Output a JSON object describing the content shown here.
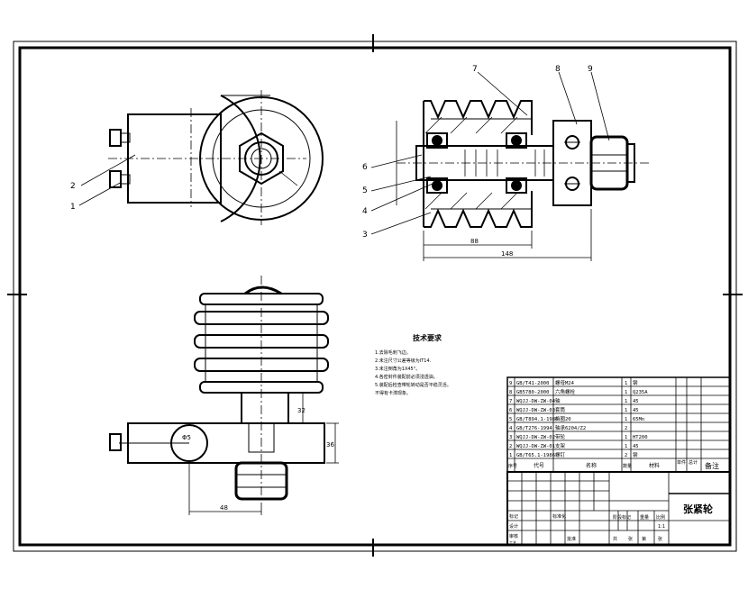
{
  "title_block": {
    "part_name": "张紧轮",
    "remarks_header": "备注",
    "code_header": "代号",
    "name_header": "名称",
    "qty_header": "数量",
    "material_header": "材料",
    "unit_weight_header": "单件",
    "total_weight_header": "总计",
    "seq_header": "序号",
    "sign_row": [
      "阶段标记",
      "重量",
      "比例"
    ],
    "scale": "1:1",
    "sheet_row": [
      "共",
      "张",
      "第",
      "张"
    ],
    "left_labels": [
      "标记",
      "设计",
      "审核",
      "工艺"
    ],
    "mid_labels": [
      "标准化",
      "批准"
    ]
  },
  "bom": [
    {
      "no": "9",
      "code": "GB/T41-2000",
      "name": "螺母M24",
      "qty": "1",
      "material": "钢"
    },
    {
      "no": "8",
      "code": "GB5780-2000",
      "name": "六角螺栓",
      "qty": "1",
      "material": "Q235A"
    },
    {
      "no": "7",
      "code": "WQJJ-DW-ZW-04",
      "name": "轴",
      "qty": "1",
      "material": "45"
    },
    {
      "no": "6",
      "code": "WQJJ-DW-ZW-03",
      "name": "套筒",
      "qty": "1",
      "material": "45"
    },
    {
      "no": "5",
      "code": "GB/T894.1-1986",
      "name": "挡圈20",
      "qty": "1",
      "material": "65Mn"
    },
    {
      "no": "4",
      "code": "GB/T276-1994",
      "name": "轴承6204/Z2",
      "qty": "2",
      "material": ""
    },
    {
      "no": "3",
      "code": "WQJJ-DW-ZW-02",
      "name": "带轮",
      "qty": "1",
      "material": "HT200"
    },
    {
      "no": "2",
      "code": "WQJJ-DW-ZW-01",
      "name": "支架",
      "qty": "1",
      "material": "45"
    },
    {
      "no": "1",
      "code": "GB/T65.1-1986",
      "name": "螺钉",
      "qty": "2",
      "material": "钢"
    }
  ],
  "tech_req": {
    "title": "技术要求",
    "lines": [
      "1.去除毛刺飞边。",
      "2.未注尺寸公差等级为IT14.",
      "3.未注倒角为1X45°。",
      "4.各密封件装配前必须浸透油。",
      "5.装配后检查带轮转动是否平稳灵活。",
      "不得有卡滞现象。"
    ]
  },
  "balloons": {
    "left_view": [
      "2",
      "1"
    ],
    "section_view": [
      "7",
      "8",
      "9",
      "6",
      "5",
      "4",
      "3"
    ]
  },
  "dims": {
    "section_bottom_1": "88",
    "section_bottom_2": "148",
    "bottom_view_width": "48",
    "bottom_view_v1": "32",
    "bottom_view_v2": "36",
    "bottom_view_dia": "Φ5"
  }
}
